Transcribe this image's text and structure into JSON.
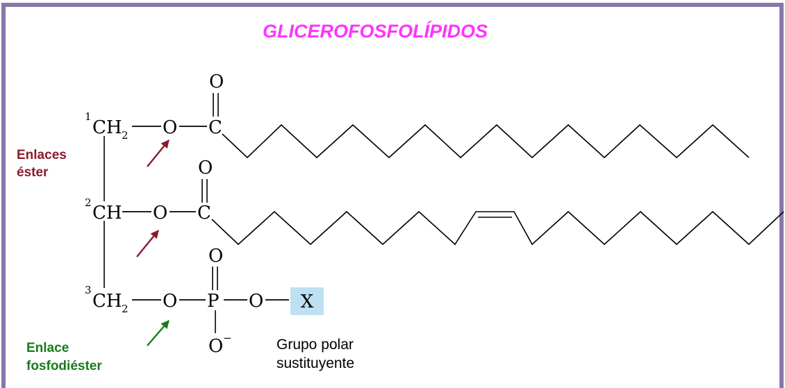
{
  "title": "GLICEROFOSFOLÍPIDOS",
  "colors": {
    "frame": "#8878a8",
    "title": "#ff33ff",
    "ester": "#8b1a2b",
    "phospho": "#1a7a1a",
    "x_box": "#bde1f2"
  },
  "backbone": {
    "c1": {
      "num": "1",
      "group": "CH",
      "sub": "2"
    },
    "c2": {
      "num": "2",
      "group": "CH"
    },
    "c3": {
      "num": "3",
      "group": "CH",
      "sub": "2"
    }
  },
  "atoms": {
    "o_link": "O",
    "carbonyl_c": "C",
    "carbonyl_o": "O",
    "phosphorus": "P",
    "phosphate_o": "O",
    "phosphate_o_neg": "O",
    "charge": "−",
    "x_group": "X"
  },
  "labels": {
    "ester_line1": "Enlaces",
    "ester_line2": "éster",
    "phospho_line1": "Enlace",
    "phospho_line2": "fosfodiéster",
    "polar_line1": "Grupo polar",
    "polar_line2": "sustituyente"
  }
}
